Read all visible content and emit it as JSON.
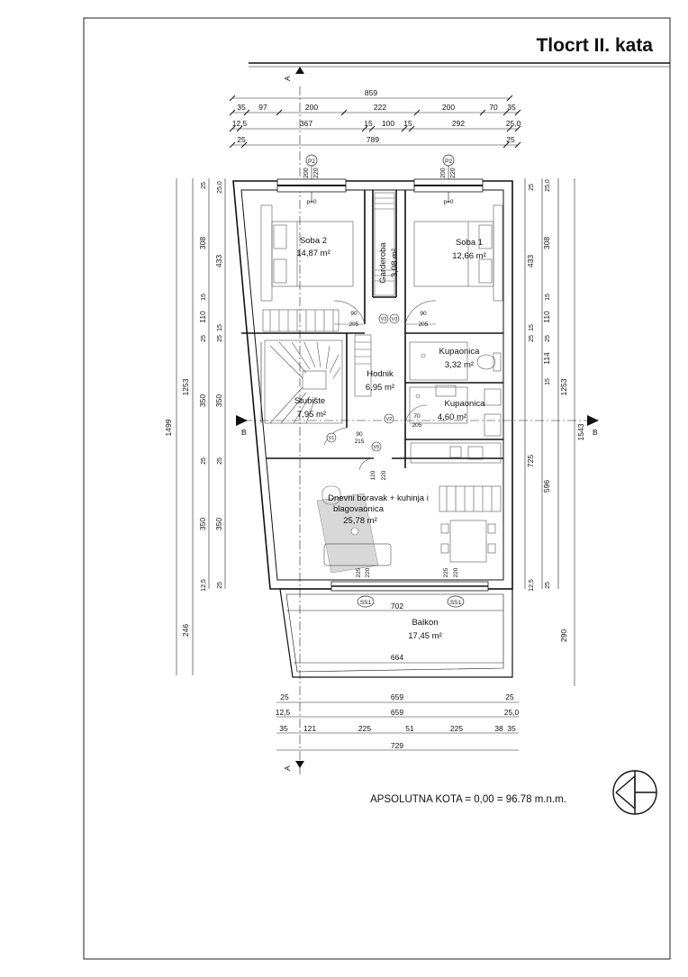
{
  "sheet": {
    "title": "Tlocrt II. kata",
    "kota_label": "APSOLUTNA KOTA = 0,00 = 96.78 m.n.m."
  },
  "section_markers": {
    "a": "A",
    "b": "B"
  },
  "rooms": [
    {
      "name": "Soba 2",
      "area": "14,87 m²"
    },
    {
      "name": "Garderoba",
      "area": "3,08 m²"
    },
    {
      "name": "Soba 1",
      "area": "12,66 m²"
    },
    {
      "name": "Kupaonica",
      "area": "3,32 m²"
    },
    {
      "name": "Hodnik",
      "area": "6,95 m²"
    },
    {
      "name": "Kupaonica",
      "area": "4,60 m²"
    },
    {
      "name": "Stubište",
      "area": "7,95 m²"
    },
    {
      "name": "Dnevni boravak + kuhinja i",
      "name2": "blagovaonica",
      "area": "25,78 m²"
    },
    {
      "name": "Balkon",
      "area": "17,45 m²"
    }
  ],
  "window_tags": {
    "p2": "P2",
    "ss1": "SS1",
    "sill": "p=0"
  },
  "door_tags": [
    "V3",
    "V3",
    "V2",
    "V1",
    "V5"
  ],
  "dims_top": {
    "total": "859",
    "row1": [
      "35",
      "97",
      "200",
      "222",
      "200",
      "70",
      "35"
    ],
    "row2": [
      "12,5",
      "367",
      "15",
      "100",
      "15",
      "292",
      "25,0"
    ],
    "row3": [
      "25",
      "789",
      "25"
    ],
    "window": [
      "200",
      "220"
    ]
  },
  "dims_bottom": {
    "row1": [
      "25",
      "659",
      "25"
    ],
    "row2": [
      "12,5",
      "659",
      "25,0"
    ],
    "row3": [
      "35",
      "121",
      "225",
      "51",
      "225",
      "38",
      "35"
    ],
    "total": "729"
  },
  "dims_left": {
    "outer": "1499",
    "mid": "1253",
    "balcony": "246",
    "inner1": [
      "25",
      "308",
      "15",
      "110",
      "25",
      "350",
      "25",
      "350",
      "12,5"
    ],
    "inner2": [
      "25,0",
      "433",
      "15",
      "25",
      "350",
      "25",
      "350",
      "25"
    ]
  },
  "dims_right": {
    "outer": "1543",
    "mid": "1253",
    "balcony": "290",
    "inner1": [
      "25",
      "433",
      "15",
      "25",
      "725",
      "12,5"
    ],
    "inner2": [
      "25,0",
      "308",
      "15",
      "110",
      "25",
      "114",
      "15",
      "596",
      "25"
    ]
  },
  "inner_dims": {
    "door_90": "90",
    "door_205": "205",
    "door_70": "70",
    "door_215": "215",
    "door_120": "120",
    "door_220": "220",
    "door_225": "225",
    "balcony_702": "702",
    "balcony_664": "664"
  }
}
